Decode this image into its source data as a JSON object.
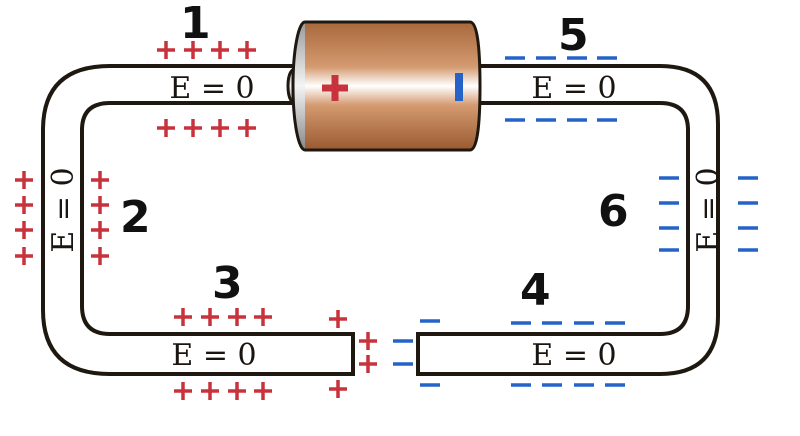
{
  "labels": {
    "field_top_left": "E = 0",
    "field_top_right": "E = 0",
    "field_left": "E = 0",
    "field_right": "E = 0",
    "field_bottom_left": "E = 0",
    "field_bottom_right": "E = 0"
  },
  "annotations": {
    "n1": "1",
    "n2": "2",
    "n3": "3",
    "n4": "4",
    "n5": "5",
    "n6": "6"
  },
  "colors": {
    "wire": "#1e1810",
    "positive_charge": "#c8323c",
    "negative_charge": "#2563c8",
    "battery_body": "#b06a3c",
    "battery_cap": "#c8c8c8"
  }
}
